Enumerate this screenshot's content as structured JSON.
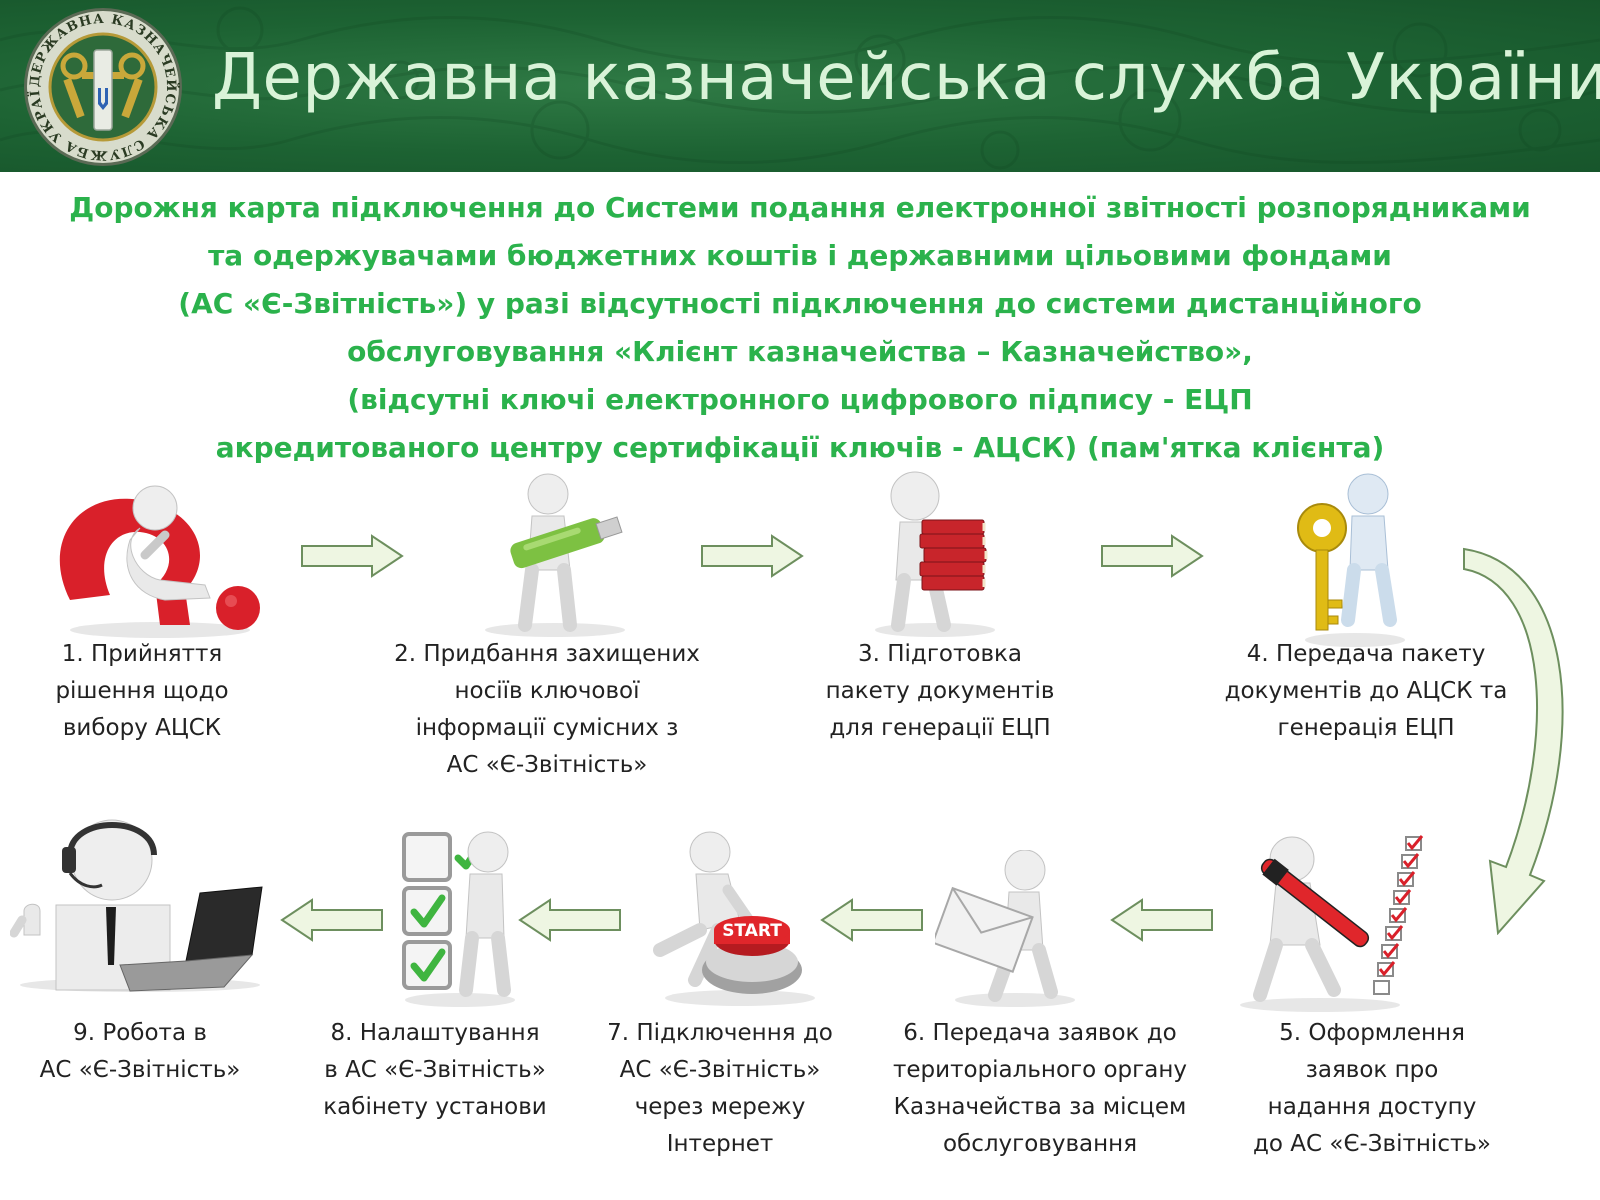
{
  "header": {
    "title": "Державна казначейська служба України",
    "emblem_text": "ДЕРЖАВНА КАЗНАЧЕЙСЬКА СЛУЖБА УКРАЇНИ"
  },
  "subtitle_lines": [
    "Дорожня карта підключення до Системи подання електронної звітності розпорядниками",
    "та одержувачами бюджетних коштів і державними цільовими фондами",
    "(АС «Є-Звітність») у разі відсутності підключення до системи дистанційного",
    "обслуговування «Клієнт казначейства – Казначейство»,",
    "(відсутні ключі електронного цифрового підпису - ЕЦП",
    "акредитованого центру сертифікації ключів - АЦСК) (пам'ятка клієнта)"
  ],
  "steps": [
    {
      "lines": [
        "1. Прийняття",
        "рішення щодо",
        "вибору АЦСК"
      ],
      "icon": "question-mark-figure-icon"
    },
    {
      "lines": [
        "2. Придбання захищених",
        "носіїв ключової",
        "інформації сумісних з",
        "АС «Є-Звітність»"
      ],
      "icon": "usb-key-figure-icon"
    },
    {
      "lines": [
        "3. Підготовка",
        "пакету документів",
        "для генерації ЕЦП"
      ],
      "icon": "books-figure-icon"
    },
    {
      "lines": [
        "4. Передача пакету",
        "документів до АЦСК та",
        "генерація ЕЦП"
      ],
      "icon": "golden-key-figure-icon"
    },
    {
      "lines": [
        "5. Оформлення",
        "заявок про",
        "надання доступу",
        "до АС «Є-Звітність»"
      ],
      "icon": "checklist-pen-figure-icon"
    },
    {
      "lines": [
        "6. Передача заявок до",
        "територіального органу",
        "Казначейства за місцем",
        "обслуговування"
      ],
      "icon": "envelope-figure-icon"
    },
    {
      "lines": [
        "7. Підключення до",
        "АС «Є-Звітність»",
        "через мережу",
        "Інтернет"
      ],
      "icon": "start-button-figure-icon",
      "button_text": "START"
    },
    {
      "lines": [
        "8.  Налаштування",
        "в АС «Є-Звітність»",
        "кабінету установи"
      ],
      "icon": "checkboxes-figure-icon"
    },
    {
      "lines": [
        "9.  Робота в",
        "АС «Є-Звітність»"
      ],
      "icon": "headset-laptop-figure-icon"
    }
  ],
  "colors": {
    "header_green": "#1d6333",
    "title_text": "#d9f3d8",
    "subtitle_green": "#2bb24c",
    "arrow_fill": "#eef6e2",
    "arrow_stroke": "#6d8f5e",
    "question_red": "#d9202a",
    "key_gold": "#e0bb15",
    "usb_green": "#7dc142",
    "start_red": "#e0262b",
    "check_green": "#3fb540"
  }
}
